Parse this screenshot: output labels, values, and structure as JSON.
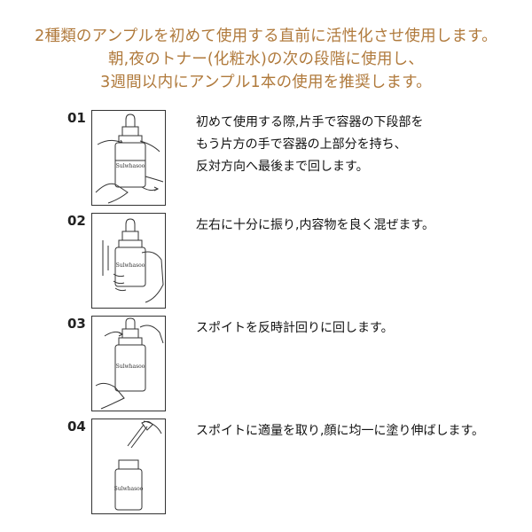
{
  "header": {
    "lines": [
      "2種類のアンプルを初めて使用する直前に活性化させ使用します。",
      "朝,夜のトナー(化粧水)の次の段階に使用し、",
      "3週間以内にアンプル1本の使用を推奨します。"
    ]
  },
  "steps": [
    {
      "num": "01",
      "illustration": "twist-bottle-icon",
      "lines": [
        "初めて使用する際,片手で容器の下段部を",
        "もう片方の手で容器の上部分を持ち、",
        "反対方向へ最後まで回します。"
      ]
    },
    {
      "num": "02",
      "illustration": "shake-bottle-icon",
      "lines": [
        "左右に十分に振り,内容物を良く混ぜます。"
      ]
    },
    {
      "num": "03",
      "illustration": "turn-dropper-icon",
      "lines": [
        "スポイトを反時計回りに回します。"
      ]
    },
    {
      "num": "04",
      "illustration": "dropper-apply-icon",
      "lines": [
        "スポイトに適量を取り,顔に均一に塗り伸ばします。"
      ]
    }
  ],
  "brand_label": "Sulwhasoo",
  "colors": {
    "header": "#b07a3c",
    "text": "#111111",
    "line_art": "#333333"
  }
}
